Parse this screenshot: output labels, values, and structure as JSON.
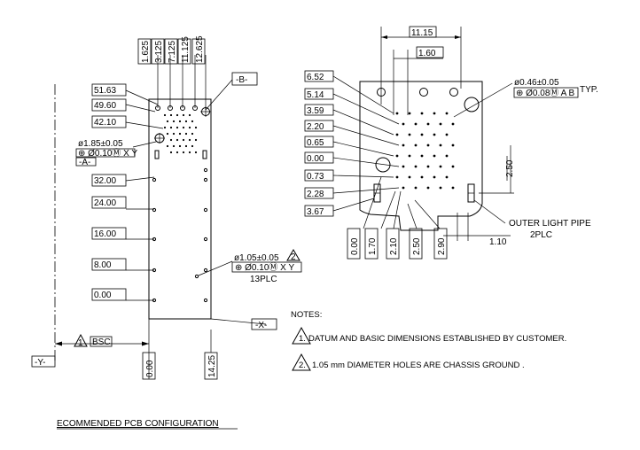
{
  "left_view": {
    "top_dims": [
      "1.625",
      "3.125",
      "7.125",
      "11.125",
      "12.625"
    ],
    "left_dims": [
      "51.63",
      "49.60",
      "42.10",
      "32.00",
      "24.00",
      "16.00",
      "8.00",
      "0.00"
    ],
    "datum_b": "-B-",
    "datum_x": "-X-",
    "datum_y": "-Y-",
    "hole_a_dim": "ø1.85±0.05",
    "hole_a_fcf": "⊕ Ø0.10Ⓜ X Y",
    "datum_a": "-A-",
    "hole_b_dim": "ø1.05±0.05",
    "hole_b_note": "2",
    "hole_b_fcf": "⊕ Ø0.10Ⓜ X Y",
    "hole_b_count": "13PLC",
    "basic_note": "1",
    "basic_label": "BSC",
    "bottom_dims": [
      "0.00",
      "14.25"
    ]
  },
  "right_view": {
    "top_dims": [
      "11.15",
      "1.60"
    ],
    "left_dims": [
      "6.52",
      "5.14",
      "3.59",
      "2.20",
      "0.65",
      "0.00",
      "0.73",
      "2.28",
      "3.67"
    ],
    "hole_dim": "ø0.46±0.05",
    "hole_fcf": "⊕ Ø0.08Ⓜ A B",
    "hole_typ": "TYP.",
    "right_dim": "2.50",
    "light_pipe_1": "OUTER LIGHT PIPE",
    "light_pipe_2": "2PLC",
    "bottom_right_dim": "1.10",
    "bottom_dims": [
      "0.00",
      "1.70",
      "2.10",
      "2.50",
      "2.90"
    ]
  },
  "notes": {
    "header": "NOTES:",
    "items": [
      {
        "num": "1.",
        "text": "DATUM AND BASIC DIMENSIONS ESTABLISHED BY CUSTOMER."
      },
      {
        "num": "2.",
        "text": "1.05 mm DIAMETER HOLES ARE CHASSIS GROUND ."
      }
    ]
  },
  "caption": "ECOMMENDED PCB CONFIGURATION"
}
